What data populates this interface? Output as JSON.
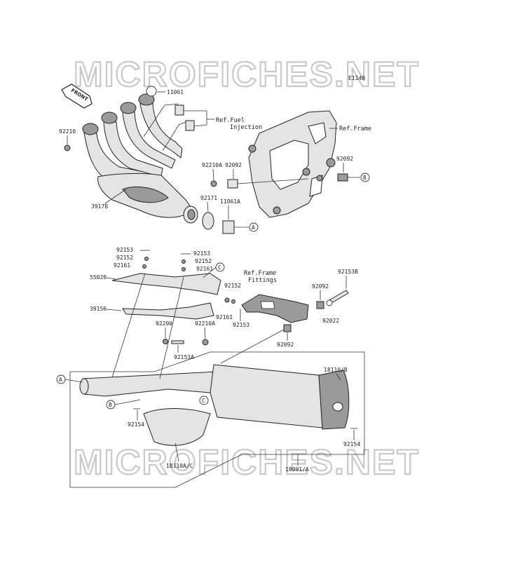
{
  "watermark": "MICROFICHES.NET",
  "diagram_code": "E1140",
  "front_label": "FRONT",
  "references": {
    "fuel_injection": [
      "Ref.Fuel",
      "Injection"
    ],
    "frame": "Ref.Frame",
    "frame_fittings": [
      "Ref.Frame",
      "Fittings"
    ]
  },
  "callouts": {
    "a": "A",
    "b": "B",
    "c": "C"
  },
  "parts": {
    "p11061": "11061",
    "p92210": "92210",
    "p39178": "39178",
    "p92210a_top": "92210A",
    "p92092_top": "92092",
    "p92171": "92171",
    "p11061a": "11061A",
    "p92092_right": "92092",
    "p92153_l": "92153",
    "p92152_l": "92152",
    "p92161_l": "92161",
    "p92153_m": "92153",
    "p92152_m": "92152",
    "p92161_m": "92161",
    "p55020": "55020",
    "p92152_r": "92152",
    "p92161_r": "92161",
    "p92153_r": "92153",
    "p39156": "39156",
    "p92200": "92200",
    "p92210a_mid": "92210A",
    "p92153a": "92153A",
    "p92092_mid": "92092",
    "p92153b": "92153B",
    "p92022": "92022",
    "p92092_low": "92092",
    "p18110b": "18110/B",
    "p92154_l": "92154",
    "p92154_r": "92154",
    "p18110ac": "18110A/C",
    "p18091a": "18091/A"
  }
}
